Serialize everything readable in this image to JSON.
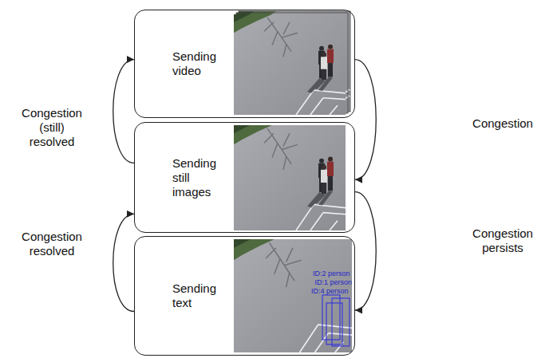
{
  "diagram": {
    "nodes": [
      {
        "text": [
          "Sending video"
        ]
      },
      {
        "text": [
          "Sending still images"
        ]
      },
      {
        "text": [
          "Sending text"
        ]
      }
    ],
    "edges": [
      {
        "from": 0,
        "to": 1,
        "label": "Congestion",
        "arrow": "to"
      },
      {
        "from": 1,
        "to": 2,
        "label": "Congestion persists",
        "arrow": "to"
      },
      {
        "from": 2,
        "to": 1,
        "label": "Congestion resolved",
        "arrow": "to"
      },
      {
        "from": 1,
        "to": 0,
        "label": "Congestion (still) resolved",
        "arrow": "to"
      }
    ],
    "labels": [
      "ID:2 person",
      "ID:1 person",
      "ID:4 person"
    ]
  }
}
